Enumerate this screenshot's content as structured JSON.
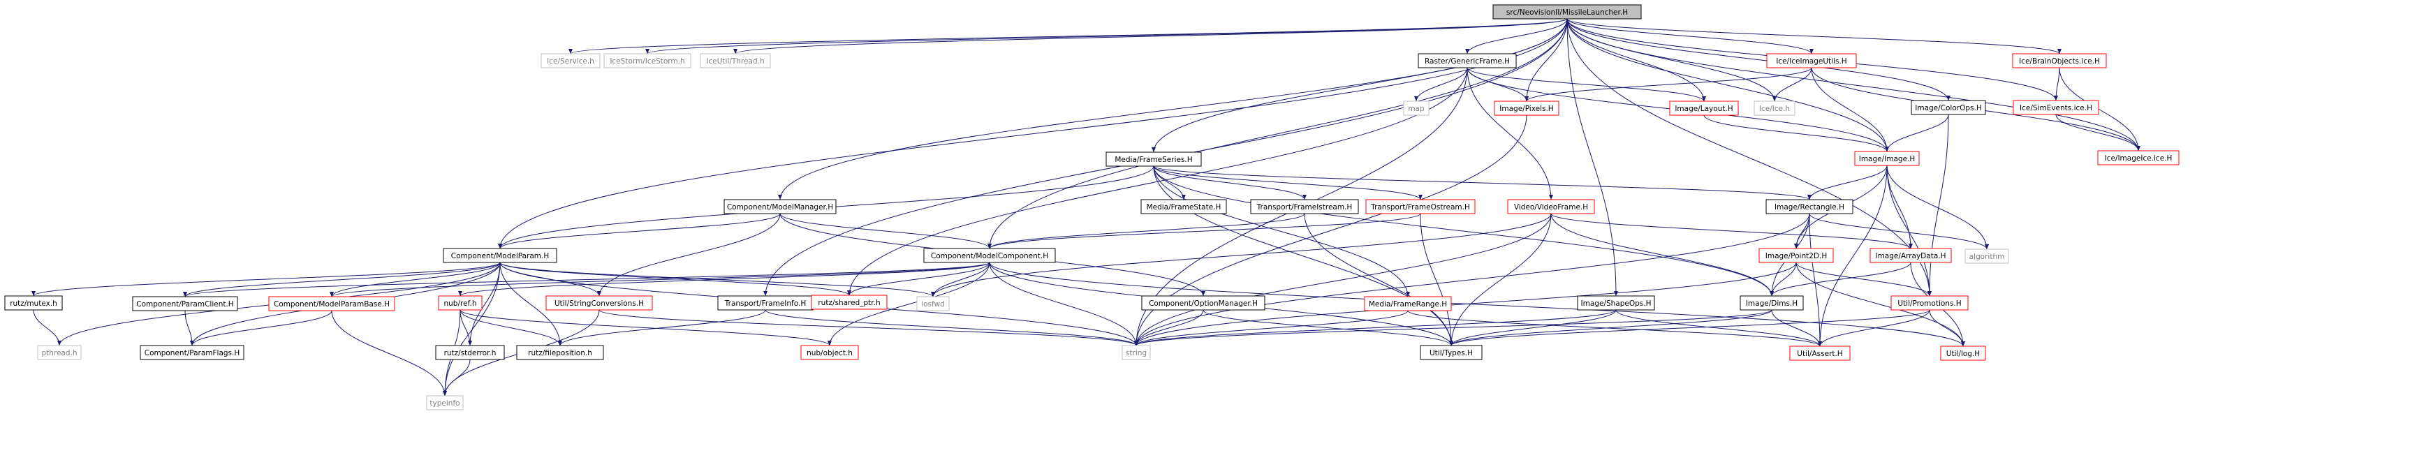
{
  "diagram": {
    "type": "include-dependency-graph",
    "root": "src/NeovisionII/MissileLauncher.H",
    "colors": {
      "root_fill": "#bfbfbf",
      "root_stroke": "#000000",
      "normal_stroke": "#000000",
      "red_stroke": "#ff0000",
      "gray_stroke": "#bfbfbf",
      "gray_text": "#7f7f7f",
      "edge": "#191970"
    },
    "nodes": [
      {
        "id": "root",
        "label": "src/NeovisionII/MissileLauncher.H",
        "style": "root"
      },
      {
        "id": "icesvc",
        "label": "Ice/Service.h",
        "style": "gray"
      },
      {
        "id": "icestorm",
        "label": "IceStorm/IceStorm.h",
        "style": "gray"
      },
      {
        "id": "iceutil",
        "label": "IceUtil/Thread.h",
        "style": "gray"
      },
      {
        "id": "rgf",
        "label": "Raster/GenericFrame.H",
        "style": "normal"
      },
      {
        "id": "iceimgutils",
        "label": "Ice/IceImageUtils.H",
        "style": "red"
      },
      {
        "id": "brain",
        "label": "Ice/BrainObjects.ice.H",
        "style": "red"
      },
      {
        "id": "map",
        "label": "map",
        "style": "gray"
      },
      {
        "id": "pixels",
        "label": "Image/Pixels.H",
        "style": "red"
      },
      {
        "id": "layout",
        "label": "Image/Layout.H",
        "style": "red"
      },
      {
        "id": "iceh",
        "label": "Ice/Ice.h",
        "style": "gray"
      },
      {
        "id": "colorops",
        "label": "Image/ColorOps.H",
        "style": "normal"
      },
      {
        "id": "simevents",
        "label": "Ice/SimEvents.ice.H",
        "style": "red"
      },
      {
        "id": "imageh",
        "label": "Image/Image.H",
        "style": "red"
      },
      {
        "id": "imageice",
        "label": "Ice/ImageIce.ice.H",
        "style": "red"
      },
      {
        "id": "frameseries",
        "label": "Media/FrameSeries.H",
        "style": "normal"
      },
      {
        "id": "modelmgr",
        "label": "Component/ModelManager.H",
        "style": "normal"
      },
      {
        "id": "framestate",
        "label": "Media/FrameState.H",
        "style": "normal"
      },
      {
        "id": "frameistream",
        "label": "Transport/FrameIstream.H",
        "style": "normal"
      },
      {
        "id": "frameostream",
        "label": "Transport/FrameOstream.H",
        "style": "red"
      },
      {
        "id": "videoframe",
        "label": "Video/VideoFrame.H",
        "style": "red"
      },
      {
        "id": "rectangle",
        "label": "Image/Rectangle.H",
        "style": "normal"
      },
      {
        "id": "modelparam",
        "label": "Component/ModelParam.H",
        "style": "normal"
      },
      {
        "id": "modelcomp",
        "label": "Component/ModelComponent.H",
        "style": "normal"
      },
      {
        "id": "point2d",
        "label": "Image/Point2D.H",
        "style": "red"
      },
      {
        "id": "arraydata",
        "label": "Image/ArrayData.H",
        "style": "red"
      },
      {
        "id": "algorithm",
        "label": "algorithm",
        "style": "gray"
      },
      {
        "id": "mutex",
        "label": "rutz/mutex.h",
        "style": "normal"
      },
      {
        "id": "paramclient",
        "label": "Component/ParamClient.H",
        "style": "normal"
      },
      {
        "id": "mpbase",
        "label": "Component/ModelParamBase.H",
        "style": "red"
      },
      {
        "id": "nubref",
        "label": "nub/ref.h",
        "style": "red"
      },
      {
        "id": "strconv",
        "label": "Util/StringConversions.H",
        "style": "red"
      },
      {
        "id": "frameinfo",
        "label": "Transport/FrameInfo.H",
        "style": "normal"
      },
      {
        "id": "sharedptr",
        "label": "rutz/shared_ptr.h",
        "style": "red"
      },
      {
        "id": "iosfwd",
        "label": "iosfwd",
        "style": "gray"
      },
      {
        "id": "optmgr",
        "label": "Component/OptionManager.H",
        "style": "normal"
      },
      {
        "id": "framerange",
        "label": "Media/FrameRange.H",
        "style": "red"
      },
      {
        "id": "shapeops",
        "label": "Image/ShapeOps.H",
        "style": "normal"
      },
      {
        "id": "dims",
        "label": "Image/Dims.H",
        "style": "normal"
      },
      {
        "id": "promotions",
        "label": "Util/Promotions.H",
        "style": "red"
      },
      {
        "id": "pthread",
        "label": "pthread.h",
        "style": "gray"
      },
      {
        "id": "paramflags",
        "label": "Component/ParamFlags.H",
        "style": "normal"
      },
      {
        "id": "stderror",
        "label": "rutz/stderror.h",
        "style": "normal"
      },
      {
        "id": "filepos",
        "label": "rutz/fileposition.h",
        "style": "normal"
      },
      {
        "id": "nubobject",
        "label": "nub/object.h",
        "style": "red"
      },
      {
        "id": "string",
        "label": "string",
        "style": "gray"
      },
      {
        "id": "types",
        "label": "Util/Types.H",
        "style": "normal"
      },
      {
        "id": "assert",
        "label": "Util/Assert.H",
        "style": "red"
      },
      {
        "id": "log",
        "label": "Util/log.H",
        "style": "red"
      },
      {
        "id": "typeinfo",
        "label": "typeinfo",
        "style": "gray"
      }
    ],
    "edges": [
      [
        "root",
        "icesvc"
      ],
      [
        "root",
        "icestorm"
      ],
      [
        "root",
        "iceutil"
      ],
      [
        "root",
        "rgf"
      ],
      [
        "root",
        "iceimgutils"
      ],
      [
        "root",
        "brain"
      ],
      [
        "root",
        "pixels"
      ],
      [
        "root",
        "layout"
      ],
      [
        "root",
        "iceh"
      ],
      [
        "root",
        "colorops"
      ],
      [
        "root",
        "simevents"
      ],
      [
        "root",
        "imageh"
      ],
      [
        "root",
        "imageice"
      ],
      [
        "root",
        "frameseries"
      ],
      [
        "root",
        "modelmgr"
      ],
      [
        "root",
        "modelparam"
      ],
      [
        "root",
        "modelcomp"
      ],
      [
        "root",
        "frameinfo"
      ],
      [
        "root",
        "shapeops"
      ],
      [
        "root",
        "promotions"
      ],
      [
        "rgf",
        "map"
      ],
      [
        "rgf",
        "pixels"
      ],
      [
        "rgf",
        "layout"
      ],
      [
        "rgf",
        "videoframe"
      ],
      [
        "rgf",
        "imageh"
      ],
      [
        "rgf",
        "sharedptr"
      ],
      [
        "rgf",
        "string"
      ],
      [
        "iceimgutils",
        "pixels"
      ],
      [
        "iceimgutils",
        "iceh"
      ],
      [
        "iceimgutils",
        "imageh"
      ],
      [
        "iceimgutils",
        "imageice"
      ],
      [
        "brain",
        "simevents"
      ],
      [
        "brain",
        "imageice"
      ],
      [
        "simevents",
        "imageice"
      ],
      [
        "layout",
        "imageh"
      ],
      [
        "pixels",
        "string"
      ],
      [
        "colorops",
        "imageh"
      ],
      [
        "colorops",
        "promotions"
      ],
      [
        "imageh",
        "rectangle"
      ],
      [
        "imageh",
        "point2d"
      ],
      [
        "imageh",
        "arraydata"
      ],
      [
        "imageh",
        "algorithm"
      ],
      [
        "imageh",
        "promotions"
      ],
      [
        "imageh",
        "assert"
      ],
      [
        "frameseries",
        "modelparam"
      ],
      [
        "frameseries",
        "framestate"
      ],
      [
        "frameseries",
        "frameistream"
      ],
      [
        "frameseries",
        "frameostream"
      ],
      [
        "frameseries",
        "rectangle"
      ],
      [
        "frameseries",
        "framerange"
      ],
      [
        "frameseries",
        "types"
      ],
      [
        "frameseries",
        "dims"
      ],
      [
        "modelmgr",
        "modelparam"
      ],
      [
        "modelmgr",
        "modelcomp"
      ],
      [
        "modelmgr",
        "optmgr"
      ],
      [
        "modelmgr",
        "strconv"
      ],
      [
        "frameistream",
        "modelcomp"
      ],
      [
        "frameistream",
        "types"
      ],
      [
        "frameostream",
        "modelcomp"
      ],
      [
        "frameostream",
        "types"
      ],
      [
        "videoframe",
        "iosfwd"
      ],
      [
        "videoframe",
        "string"
      ],
      [
        "videoframe",
        "types"
      ],
      [
        "videoframe",
        "dims"
      ],
      [
        "videoframe",
        "arraydata"
      ],
      [
        "rectangle",
        "point2d"
      ],
      [
        "rectangle",
        "dims"
      ],
      [
        "rectangle",
        "assert"
      ],
      [
        "rectangle",
        "string"
      ],
      [
        "rectangle",
        "algorithm"
      ],
      [
        "modelparam",
        "mutex"
      ],
      [
        "modelparam",
        "paramclient"
      ],
      [
        "modelparam",
        "mpbase"
      ],
      [
        "modelparam",
        "strconv"
      ],
      [
        "modelparam",
        "sharedptr"
      ],
      [
        "modelparam",
        "iosfwd"
      ],
      [
        "modelparam",
        "paramflags"
      ],
      [
        "modelparam",
        "stderror"
      ],
      [
        "modelparam",
        "filepos"
      ],
      [
        "modelparam",
        "typeinfo"
      ],
      [
        "modelparam",
        "string"
      ],
      [
        "modelparam",
        "pthread"
      ],
      [
        "modelcomp",
        "paramclient"
      ],
      [
        "modelcomp",
        "mpbase"
      ],
      [
        "modelcomp",
        "nubref"
      ],
      [
        "modelcomp",
        "sharedptr"
      ],
      [
        "modelcomp",
        "iosfwd"
      ],
      [
        "modelcomp",
        "string"
      ],
      [
        "modelcomp",
        "types"
      ],
      [
        "modelcomp",
        "log"
      ],
      [
        "modelcomp",
        "nubobject"
      ],
      [
        "point2d",
        "dims"
      ],
      [
        "point2d",
        "promotions"
      ],
      [
        "point2d",
        "string"
      ],
      [
        "point2d",
        "log"
      ],
      [
        "arraydata",
        "dims"
      ],
      [
        "arraydata",
        "log"
      ],
      [
        "mutex",
        "pthread"
      ],
      [
        "paramclient",
        "paramflags"
      ],
      [
        "mpbase",
        "paramflags"
      ],
      [
        "mpbase",
        "typeinfo"
      ],
      [
        "nubref",
        "stderror"
      ],
      [
        "nubref",
        "filepos"
      ],
      [
        "nubref",
        "nubobject"
      ],
      [
        "nubref",
        "typeinfo"
      ],
      [
        "strconv",
        "string"
      ],
      [
        "strconv",
        "typeinfo"
      ],
      [
        "frameinfo",
        "filepos"
      ],
      [
        "frameinfo",
        "string"
      ],
      [
        "optmgr",
        "string"
      ],
      [
        "optmgr",
        "types"
      ],
      [
        "framerange",
        "string"
      ],
      [
        "framerange",
        "assert"
      ],
      [
        "shapeops",
        "types"
      ],
      [
        "shapeops",
        "string"
      ],
      [
        "shapeops",
        "assert"
      ],
      [
        "dims",
        "types"
      ],
      [
        "dims",
        "assert"
      ],
      [
        "dims",
        "string"
      ],
      [
        "promotions",
        "types"
      ],
      [
        "promotions",
        "log"
      ],
      [
        "promotions",
        "assert"
      ],
      [
        "stderror",
        "typeinfo"
      ]
    ]
  }
}
